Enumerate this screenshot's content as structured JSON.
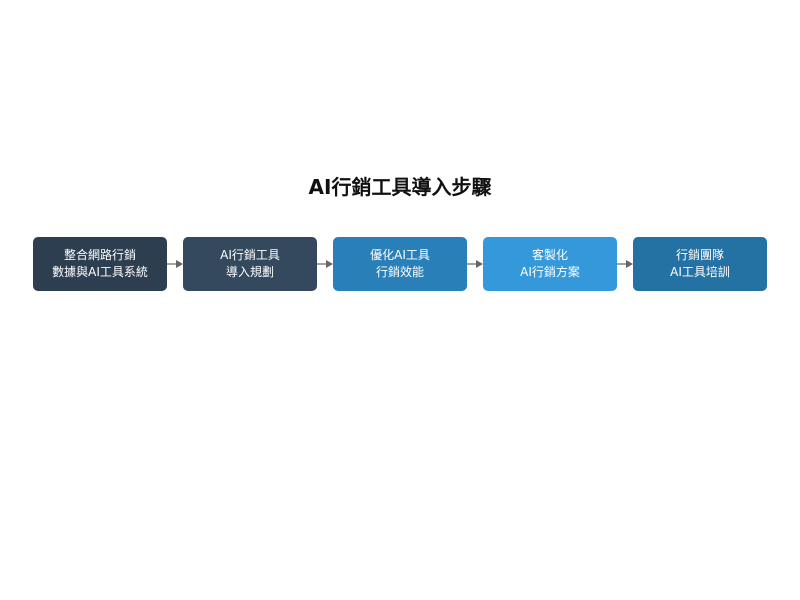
{
  "diagram": {
    "title": "AI行銷工具導入步驟",
    "steps": [
      {
        "line1": "整合網路行銷",
        "line2": "數據與AI工具系統",
        "color": "#2c3e50"
      },
      {
        "line1": "AI行銷工具",
        "line2": "導入規劃",
        "color": "#34495e"
      },
      {
        "line1": "優化AI工具",
        "line2": "行銷效能",
        "color": "#2980b9"
      },
      {
        "line1": "客製化",
        "line2": "AI行銷方案",
        "color": "#3498db"
      },
      {
        "line1": "行銷團隊",
        "line2": "AI工具培訓",
        "color": "#2471a3"
      }
    ],
    "arrow_color": "#666666"
  }
}
